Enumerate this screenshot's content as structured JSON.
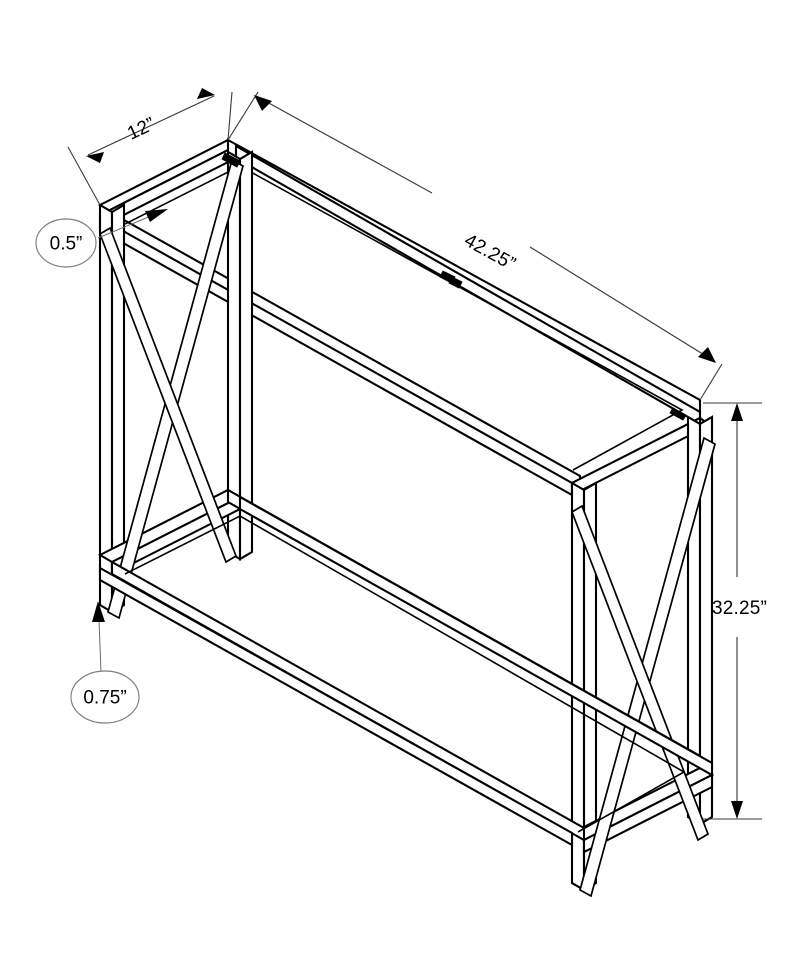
{
  "document": {
    "type": "technical-dimension-drawing",
    "subject": "console-accent-table-metal-frame",
    "view": "isometric",
    "background_color": "#ffffff",
    "line_color": "#000000",
    "dimension_line_color": "#3a3a3a",
    "leader_color": "#6b6b6b"
  },
  "dimensions": {
    "depth": {
      "label": "12”",
      "name": "depth-dimension",
      "value": 12,
      "unit": "inch",
      "position": "top-left"
    },
    "width": {
      "label": "42.25”",
      "name": "width-dimension",
      "value": 42.25,
      "unit": "inch",
      "position": "top-right-diagonal"
    },
    "height": {
      "label": "32.25”",
      "name": "height-dimension",
      "value": 32.25,
      "unit": "inch",
      "position": "right-vertical"
    }
  },
  "callouts": [
    {
      "label": "0.5”",
      "name": "tube-thickness-callout",
      "value": 0.5,
      "unit": "inch",
      "position": "upper-left",
      "points_to": "top-side-rail"
    },
    {
      "label": "0.75”",
      "name": "leg-thickness-callout",
      "value": 0.75,
      "unit": "inch",
      "position": "lower-left",
      "points_to": "lower-shelf-rail"
    }
  ]
}
